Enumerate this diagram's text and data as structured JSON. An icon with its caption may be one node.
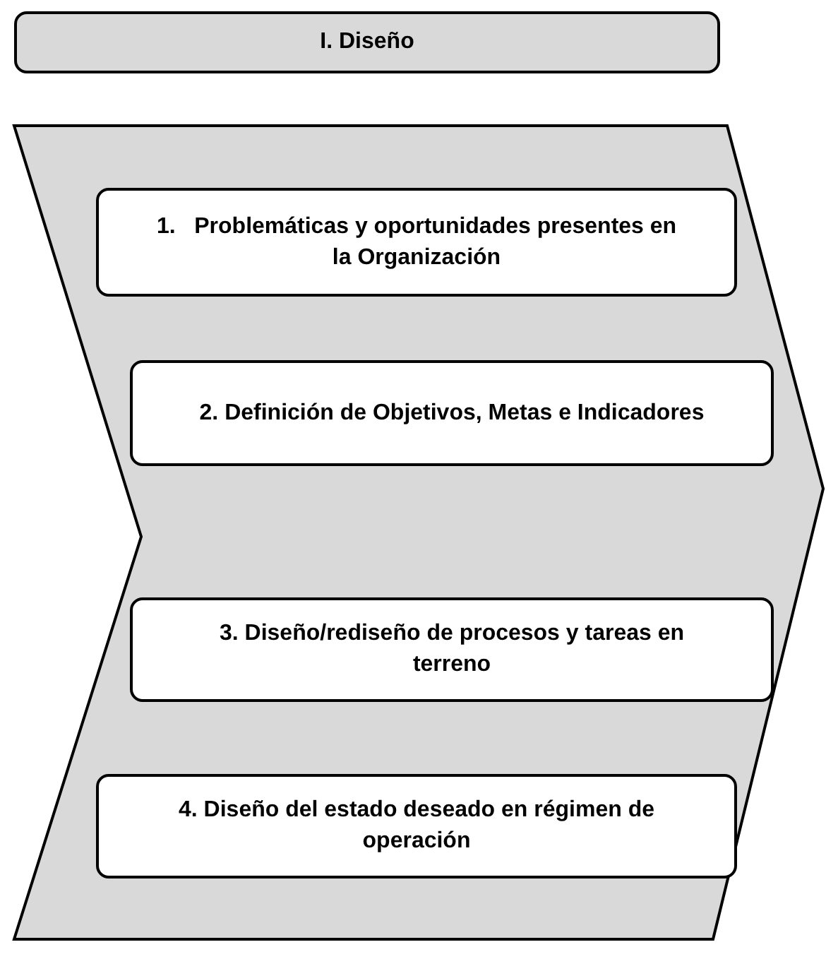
{
  "diagram": {
    "nodes": [
      {
        "text": [
          "I. Diseño"
        ]
      },
      {
        "text": [],
        "shape": "chevron"
      },
      {
        "text": [
          "1.   Problemáticas y oportunidades presentes en la Organización"
        ],
        "in": 1
      },
      {
        "text": [
          "2. Definición de Objetivos, Metas e Indicadores"
        ],
        "in": 1
      },
      {
        "text": [
          "3. Diseño/rediseño de procesos y tareas en terreno"
        ],
        "in": 1
      },
      {
        "text": [
          "4. Diseño del estado deseado en régimen de operación"
        ],
        "in": 1
      }
    ]
  }
}
